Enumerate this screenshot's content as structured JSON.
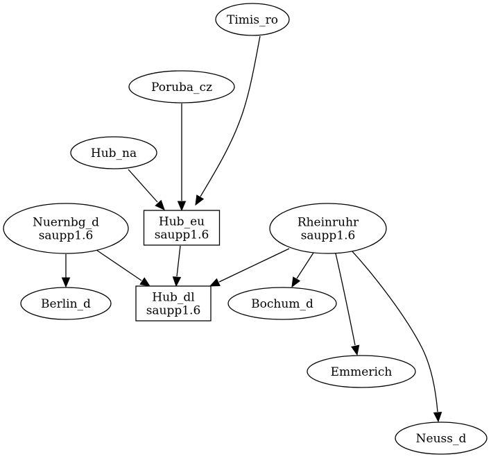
{
  "graph": {
    "nodes": {
      "timis_ro": {
        "shape": "ellipse",
        "lines": [
          "Timis_ro"
        ]
      },
      "poruba_cz": {
        "shape": "ellipse",
        "lines": [
          "Poruba_cz"
        ]
      },
      "hub_na": {
        "shape": "ellipse",
        "lines": [
          "Hub_na"
        ]
      },
      "hub_eu": {
        "shape": "box",
        "lines": [
          "Hub_eu",
          "saupp1.6"
        ]
      },
      "nuernbg_d": {
        "shape": "ellipse",
        "lines": [
          "Nuernbg_d",
          "saupp1.6"
        ]
      },
      "rheinruhr": {
        "shape": "ellipse",
        "lines": [
          "Rheinruhr",
          "saupp1.6"
        ]
      },
      "berlin_d": {
        "shape": "ellipse",
        "lines": [
          "Berlin_d"
        ]
      },
      "hub_dl": {
        "shape": "box",
        "lines": [
          "Hub_dl",
          "saupp1.6"
        ]
      },
      "bochum_d": {
        "shape": "ellipse",
        "lines": [
          "Bochum_d"
        ]
      },
      "emmerich": {
        "shape": "ellipse",
        "lines": [
          "Emmerich"
        ]
      },
      "neuss_d": {
        "shape": "ellipse",
        "lines": [
          "Neuss_d"
        ]
      }
    },
    "edges": [
      {
        "from": "timis_ro",
        "to": "hub_eu"
      },
      {
        "from": "poruba_cz",
        "to": "hub_eu"
      },
      {
        "from": "hub_na",
        "to": "hub_eu"
      },
      {
        "from": "hub_eu",
        "to": "hub_dl"
      },
      {
        "from": "nuernbg_d",
        "to": "hub_dl"
      },
      {
        "from": "nuernbg_d",
        "to": "berlin_d"
      },
      {
        "from": "rheinruhr",
        "to": "hub_dl"
      },
      {
        "from": "rheinruhr",
        "to": "bochum_d"
      },
      {
        "from": "rheinruhr",
        "to": "emmerich"
      },
      {
        "from": "rheinruhr",
        "to": "neuss_d"
      }
    ]
  }
}
